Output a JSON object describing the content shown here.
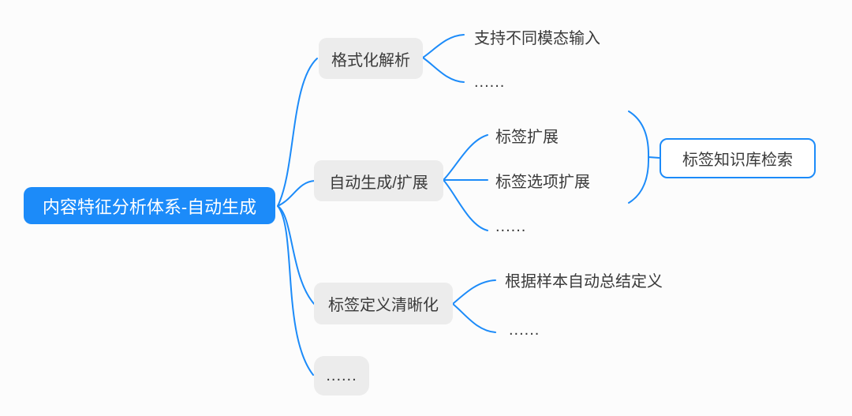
{
  "colors": {
    "accent": "#1C8BF9",
    "node_bg": "#ECECEC",
    "text": "#3A3A3A",
    "root_bg": "#1C8BF9",
    "root_text": "#FFFFFF",
    "summary_bg": "#FFFFFF",
    "canvas": "#FCFCFC"
  },
  "root": {
    "label": "内容特征分析体系-自动生成"
  },
  "branches": [
    {
      "label": "格式化解析",
      "children": [
        {
          "label": "支持不同模态输入"
        },
        {
          "label": "......"
        }
      ]
    },
    {
      "label": "自动生成/扩展",
      "children": [
        {
          "label": "标签扩展"
        },
        {
          "label": "标签选项扩展"
        },
        {
          "label": "......"
        }
      ],
      "summary": {
        "label": "标签知识库检索"
      }
    },
    {
      "label": "标签定义清晰化",
      "children": [
        {
          "label": "根据样本自动总结定义"
        },
        {
          "label": "......"
        }
      ]
    },
    {
      "label": "......",
      "children": []
    }
  ]
}
